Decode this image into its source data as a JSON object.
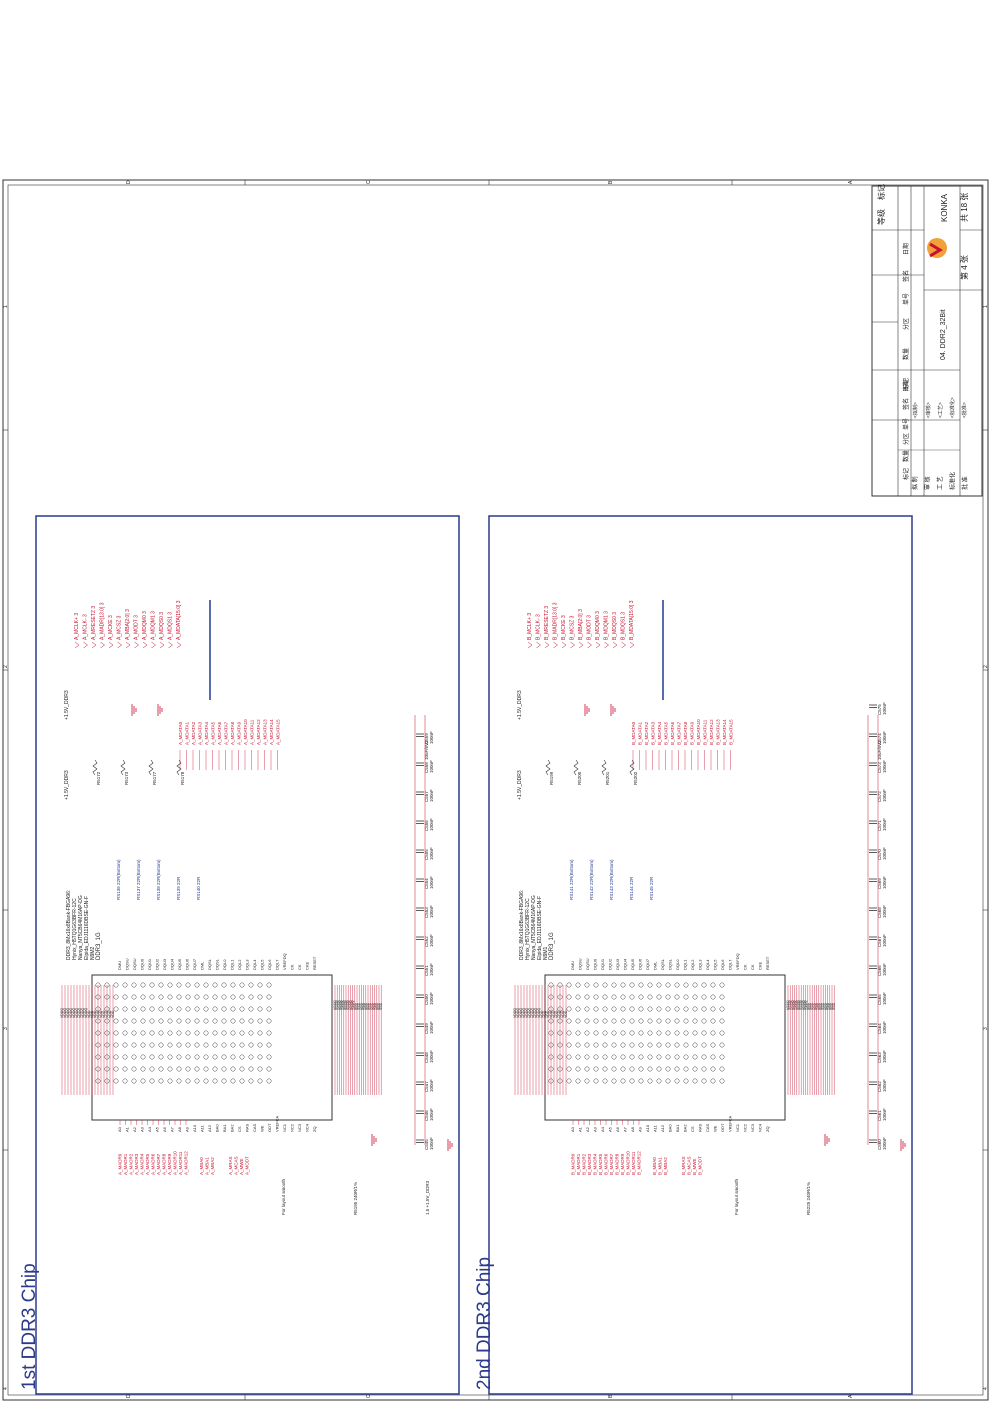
{
  "sheet": {
    "border_letters": [
      "D",
      "C",
      "B",
      "A"
    ],
    "border_numbers": [
      "1",
      "2",
      "3",
      "4",
      "5"
    ],
    "title": "04. DDR2_32Bit",
    "company": "KONKA",
    "page_of": "第 4 张",
    "page_total": "共 18 张",
    "roles": [
      "拟 制",
      "审 核",
      "工 艺",
      "标准化",
      "批 准"
    ],
    "header_row": [
      "标记",
      "数量",
      "分区",
      "单号",
      "签名",
      "日期"
    ],
    "revision_head": [
      "标记",
      "数量",
      "分区",
      "单号",
      "签名",
      "日期"
    ],
    "grade_label": "等级",
    "mark_label": "标记",
    "drawn_by": "<拟制>",
    "process_by": "<工艺>",
    "check_by": "<审核>",
    "std_by": "<标准化>",
    "approve_by": "<批准>"
  },
  "panels": [
    {
      "heading": "1st DDR3 Chip",
      "prefix": "A_",
      "ref": "DDR3_1G",
      "parts": [
        "DDR3_8Mx16x8Bank-FBGA96:",
        "Hynix_H5TQ1G63BFR-12C",
        "Nanya_NT5CB64M16AP-DG",
        "Elpida_EDJ1116DBSE-GN-F",
        "N9M2"
      ],
      "vdd_label": "+1.5V_DDR3",
      "res_labels": [
        "R5172",
        "R5173",
        "R5177",
        "R5178"
      ],
      "cap_labels": [
        "C545",
        "C546",
        "C547",
        "C548",
        "C549",
        "C550",
        "C551",
        "C552",
        "C553",
        "C554",
        "C555",
        "C556",
        "C557",
        "C558",
        "C559"
      ],
      "bulk_cap": "10uF/6V3",
      "cap_value": "100nF",
      "addr_nets": [
        "A_MADR0",
        "A_MADR1",
        "A_MADR2",
        "A_MADR3",
        "A_MADR4",
        "A_MADR5",
        "A_MADR6",
        "A_MADR7",
        "A_MADR8",
        "A_MADR9",
        "A_MADR10",
        "A_MADR11",
        "A_MADR12"
      ],
      "ba_nets": [
        "A_MBA0",
        "A_MBA1",
        "A_MBA2"
      ],
      "ctrl_nets": [
        "A_MRAS",
        "A_MCAS",
        "A_MWE",
        "A_MODT"
      ],
      "dq_nets": [
        "A_MDATA0",
        "A_MDATA1",
        "A_MDATA2",
        "A_MDATA3",
        "A_MDATA4",
        "A_MDATA5",
        "A_MDATA6",
        "A_MDATA7",
        "A_MDATA8",
        "A_MDATA9",
        "A_MDATA10",
        "A_MDATA11",
        "A_MDATA12",
        "A_MDATA13",
        "A_MDATA14",
        "A_MDATA15"
      ],
      "top_nets": [
        "A_MCLK+ 3",
        "A_MCLK- 3",
        "A_MRESETZ 3",
        "A_MADR[13:0] 3",
        "A_MCKE 3",
        "A_MCSZ 3",
        "A_MBA[2:0] 3",
        "A_MODT 3",
        "A_MDQM0 3",
        "A_MDQM1 3",
        "A_MDQS0 3",
        "A_MDQS1 3",
        "A_MDATA[15:0] 3"
      ],
      "res_pack": [
        "RS136 22R(Bottom)",
        "RS137 22R(Bottom)",
        "RS138 22R(Bottom)",
        "RS139 22R",
        "RS140 22R"
      ],
      "bottom_notes": [
        "For layout smooth",
        "R5195 240R/1%",
        "1.5 +1.5V_DDR3"
      ]
    },
    {
      "heading": "2nd DDR3 Chip",
      "prefix": "B_",
      "ref": "DDR3_1G",
      "parts": [
        "DDR3_8Mx16x8Bank-FBGA96:",
        "Hynix_H5TQ1G63BFR-12C",
        "Nanya_NT5CB64M16AP-DG",
        "Elpida_EDJ1116DBSE-GN-F",
        "N9M1"
      ],
      "vdd_label": "+1.5V_DDR3",
      "res_labels": [
        "R5199",
        "R5200",
        "R5201",
        "R5202"
      ],
      "cap_labels": [
        "C560",
        "C561",
        "C562",
        "C563",
        "C564",
        "C565",
        "C566",
        "C567",
        "C568",
        "C569",
        "C570",
        "C571",
        "C572",
        "C573",
        "C574",
        "C575"
      ],
      "bulk_cap": "10uF/6V3",
      "cap_value": "100nF",
      "addr_nets": [
        "B_MADR0",
        "B_MADR1",
        "B_MADR2",
        "B_MADR3",
        "B_MADR4",
        "B_MADR5",
        "B_MADR6",
        "B_MADR7",
        "B_MADR8",
        "B_MADR9",
        "B_MADR10",
        "B_MADR11",
        "B_MADR12"
      ],
      "ba_nets": [
        "B_MBA0",
        "B_MBA1",
        "B_MBA2"
      ],
      "ctrl_nets": [
        "B_MRAS",
        "B_MCAS",
        "B_MWE",
        "B_MODT"
      ],
      "dq_nets": [
        "B_MDATA0",
        "B_MDATA1",
        "B_MDATA2",
        "B_MDATA3",
        "B_MDATA4",
        "B_MDATA5",
        "B_MDATA6",
        "B_MDATA7",
        "B_MDATA8",
        "B_MDATA9",
        "B_MDATA10",
        "B_MDATA11",
        "B_MDATA12",
        "B_MDATA13",
        "B_MDATA14",
        "B_MDATA15"
      ],
      "top_nets": [
        "B_MCLK+ 3",
        "B_MCLK- 3",
        "B_MRESETZ 3",
        "B_MADR[13:0] 3",
        "B_MCKE 3",
        "B_MCSZ 3",
        "B_MBA[2:0] 3",
        "B_MODT 3",
        "B_MDQM0 3",
        "B_MDQM1 3",
        "B_MDQS0 3",
        "B_MDQS1 3",
        "B_MDATA[15:0] 3"
      ],
      "res_pack": [
        "RS141 22R(Bottom)",
        "RS142 22R(Bottom)",
        "RS143 22R(Bottom)",
        "RS144 22R",
        "RS145 22R"
      ],
      "bottom_notes": [
        "For layout smooth",
        "R5225 240R/1%"
      ]
    }
  ],
  "pin_names_left": [
    "A0",
    "A1",
    "A2",
    "A3",
    "A4",
    "A5",
    "A6",
    "A7",
    "A8",
    "A9",
    "A10",
    "A11",
    "A12",
    "BA0",
    "BA1",
    "BA2",
    "CS",
    "RAS",
    "CAS",
    "WE",
    "ODT",
    "VREFCA",
    "NC1",
    "NC2",
    "NC3",
    "NC4",
    "ZQ"
  ],
  "pin_names_right": [
    "DMU",
    "DQSU",
    "DQSU",
    "DQU0",
    "DQU1",
    "DQU2",
    "DQU3",
    "DQU4",
    "DQU5",
    "DQU6",
    "DQU7",
    "DML",
    "DQSL",
    "DQSL",
    "DQL0",
    "DQL1",
    "DQL2",
    "DQL3",
    "DQL4",
    "DQL5",
    "DQL6",
    "DQL7",
    "VREFDQ",
    "CK",
    "CK",
    "CKE",
    "RESET"
  ],
  "vdd_pins": [
    "VDDQ",
    "VDDQ",
    "VDDQ",
    "VDDQ",
    "VDDQ",
    "VDDQ",
    "VDDQ",
    "VDDQ",
    "VDDQ",
    "VDD",
    "VDD",
    "VDD",
    "VDD",
    "VDD",
    "VDD",
    "VDD",
    "VDD",
    "VDD"
  ],
  "vss_pins": [
    "VSSQ",
    "VSSQ",
    "VSSQ",
    "VSSQ",
    "VSSQ",
    "VSSQ",
    "VSSQ",
    "VSSQ",
    "VSSQ",
    "VSS",
    "VSS",
    "VSS",
    "VSS",
    "VSS",
    "VSS",
    "VSS",
    "VSS",
    "VSS",
    "VSS",
    "VSS",
    "VSS",
    "VSS"
  ]
}
